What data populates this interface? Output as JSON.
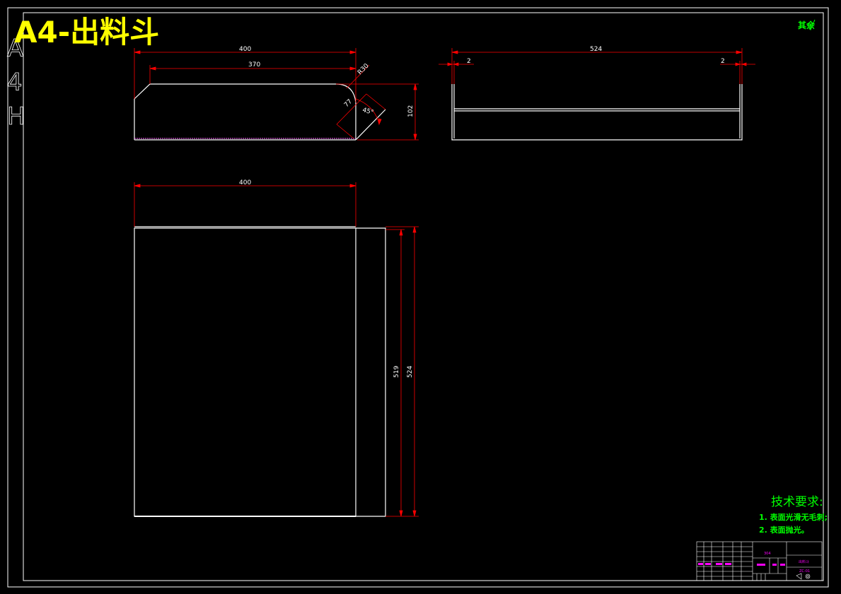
{
  "title": "A4-出料斗",
  "side_letters": [
    "A",
    "4",
    "H"
  ],
  "corner_note": "其余",
  "dimensions": {
    "top_width": "400",
    "top_inner": "370",
    "radius": "R30",
    "chamfer": "77",
    "angle": "45°",
    "height": "102",
    "side_width": "524",
    "left_thickness": "2",
    "right_thickness": "2",
    "plan_width": "400",
    "plan_height_inner": "519",
    "plan_height_outer": "524"
  },
  "tech_requirements": {
    "heading": "技术要求:",
    "items": [
      "1. 表面光滑无毛刺;",
      "2. 表面抛光。"
    ]
  },
  "title_block": {
    "material": "304",
    "part_name": "出料斗",
    "drawing_no": "ZC-01"
  },
  "colors": {
    "background": "#000000",
    "outline": "#ffffff",
    "dimension": "#ff0000",
    "title": "#ffff00",
    "notes": "#00ff00",
    "titleblock_text": "#ff00ff"
  }
}
